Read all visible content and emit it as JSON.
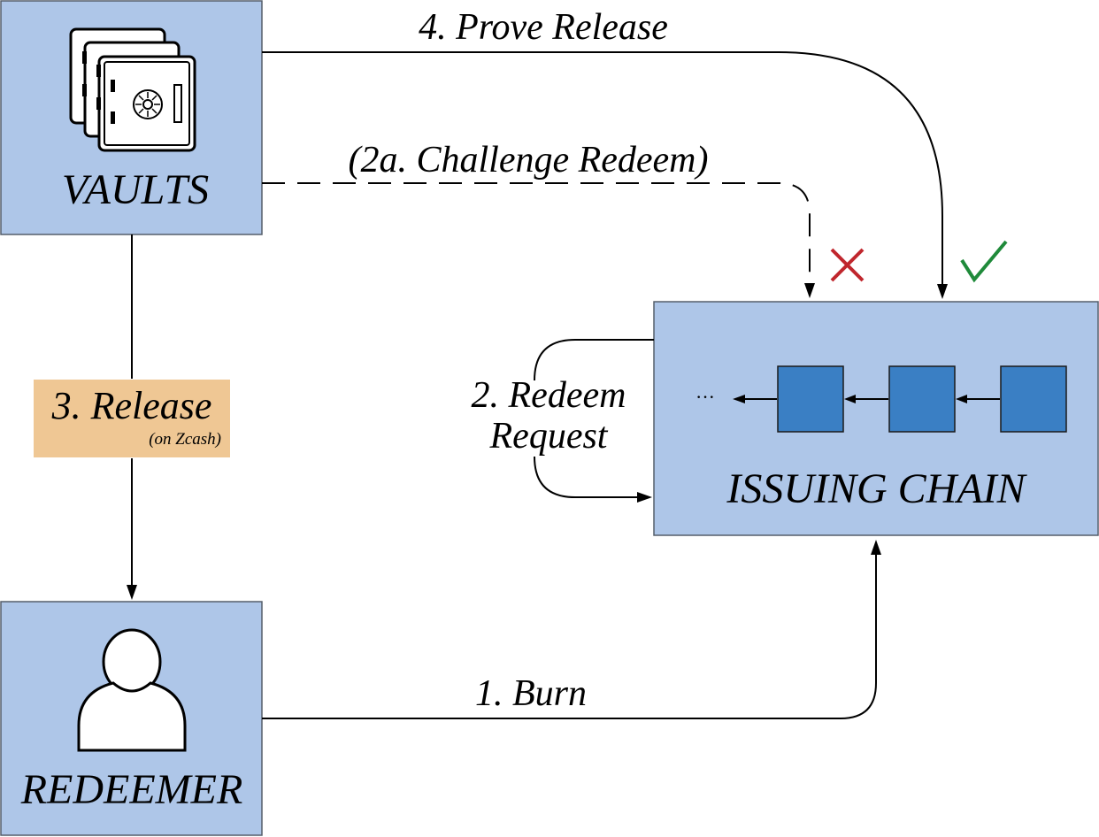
{
  "nodes": {
    "vaults": "VAULTS",
    "redeemer": "REDEEMER",
    "issuing_chain": "ISSUING CHAIN"
  },
  "edges": {
    "burn": "1. Burn",
    "redeem_request_line1": "2. Redeem",
    "redeem_request_line2": "Request",
    "challenge_redeem": "(2a. Challenge Redeem)",
    "release": "3. Release",
    "release_note": "(on Zcash)",
    "prove_release": "4. Prove Release"
  },
  "chain": {
    "ellipsis": "···"
  },
  "icons": {
    "vaults": "safe-stack-icon",
    "redeemer": "person-icon",
    "challenge_result": "cross-icon",
    "prove_result": "check-icon"
  },
  "colors": {
    "node_fill": "#aec6e8",
    "block_fill": "#3a7fc4",
    "release_label_fill": "#efc794",
    "cross": "#c0262d",
    "check": "#1f8a3a"
  }
}
